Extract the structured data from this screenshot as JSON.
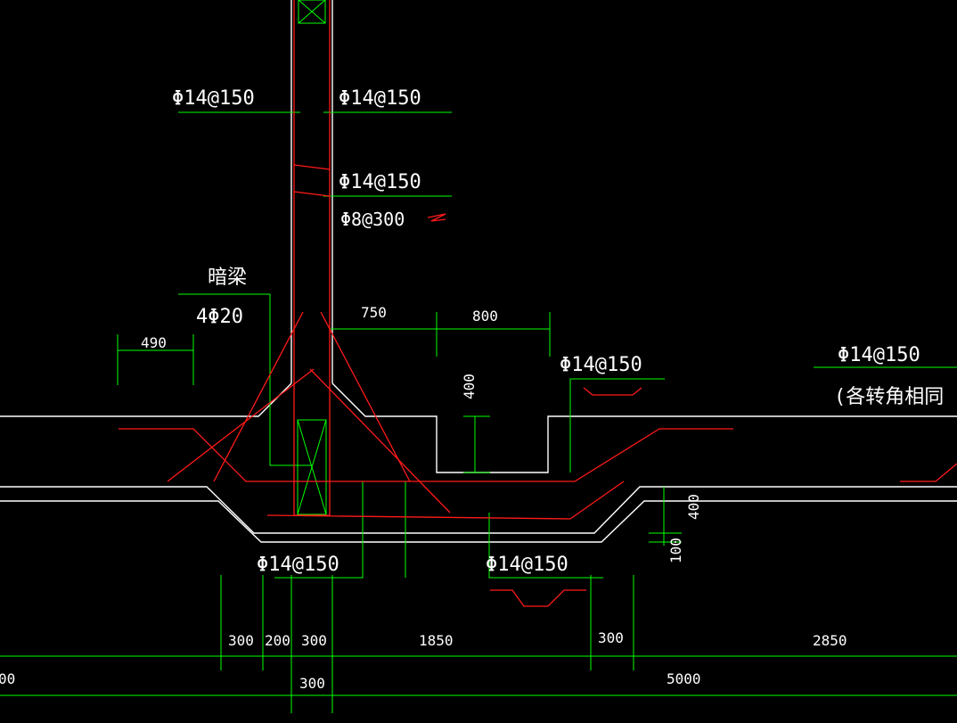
{
  "colors": {
    "background": "#000000",
    "outline": "#ffffff",
    "dimension": "#00ff00",
    "rebar": "#ff1a1a",
    "text": "#ffffff"
  },
  "labels": {
    "wall_left_rebar": "Φ14@150",
    "wall_right_rebar": "Φ14@150",
    "wall_inner_rebar": "Φ14@150",
    "wall_tie": "Φ8@300",
    "hidden_beam": "暗梁",
    "hidden_beam_bars": "4Φ20",
    "pit_rebar": "Φ14@150",
    "right_rebar": "Φ14@150",
    "corner_note": "(各转角相同",
    "bottom_left_rebar": "Φ14@150",
    "bottom_mid_rebar": "Φ14@150"
  },
  "dimensions": {
    "d490": "490",
    "d750": "750",
    "d800": "800",
    "d400_pit": "400",
    "d400_right": "400",
    "d100": "100",
    "d300_a": "300",
    "d200": "200",
    "d300_b": "300",
    "d1850": "1850",
    "d300_c": "300",
    "d2850": "2850",
    "d300_bottom": "300",
    "d5000": "5000",
    "d_left_cut": "00"
  }
}
